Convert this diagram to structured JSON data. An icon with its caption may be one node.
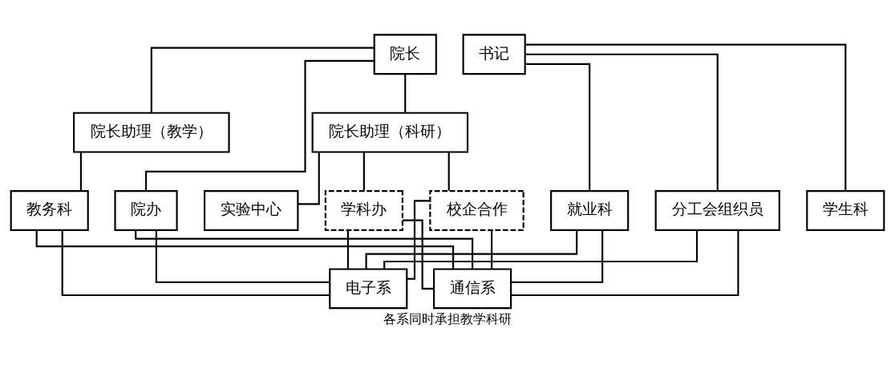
{
  "diagram": {
    "caption": "各系同时承担教学科研",
    "nodes": [
      {
        "text": [
          "院长"
        ]
      },
      {
        "text": [
          "书记"
        ]
      },
      {
        "text": [
          "院长助理（教学）"
        ]
      },
      {
        "text": [
          "院长助理（科研）"
        ]
      },
      {
        "text": [
          "教务科"
        ]
      },
      {
        "text": [
          "院办"
        ]
      },
      {
        "text": [
          "实验中心"
        ]
      },
      {
        "text": [
          "学科办"
        ]
      },
      {
        "text": [
          "校企合作"
        ]
      },
      {
        "text": [
          "就业科"
        ]
      },
      {
        "text": [
          "分工会组织员"
        ]
      },
      {
        "text": [
          "学生科"
        ]
      },
      {
        "text": [
          "电子系"
        ]
      },
      {
        "text": [
          "通信系"
        ]
      }
    ],
    "edges": [
      {
        "from": 0,
        "to": 2,
        "arrow": "none"
      },
      {
        "from": 0,
        "to": 5,
        "arrow": "none"
      },
      {
        "from": 0,
        "to": 3,
        "arrow": "none"
      },
      {
        "from": 2,
        "to": 4,
        "arrow": "none"
      },
      {
        "from": 3,
        "to": 6,
        "arrow": "none"
      },
      {
        "from": 3,
        "to": 7,
        "arrow": "none"
      },
      {
        "from": 3,
        "to": 8,
        "arrow": "none"
      },
      {
        "from": 1,
        "to": 9,
        "arrow": "none"
      },
      {
        "from": 1,
        "to": 10,
        "arrow": "none"
      },
      {
        "from": 1,
        "to": 11,
        "arrow": "none"
      },
      {
        "from": 4,
        "to": 12,
        "arrow": "none"
      },
      {
        "from": 4,
        "to": 13,
        "arrow": "none"
      },
      {
        "from": 5,
        "to": 12,
        "arrow": "none"
      },
      {
        "from": 5,
        "to": 13,
        "arrow": "none"
      },
      {
        "from": 7,
        "to": 12,
        "arrow": "none"
      },
      {
        "from": 7,
        "to": 13,
        "arrow": "none"
      },
      {
        "from": 8,
        "to": 12,
        "arrow": "none"
      },
      {
        "from": 8,
        "to": 13,
        "arrow": "none"
      },
      {
        "from": 9,
        "to": 12,
        "arrow": "none"
      },
      {
        "from": 9,
        "to": 13,
        "arrow": "none"
      },
      {
        "from": 10,
        "to": 12,
        "arrow": "none"
      },
      {
        "from": 10,
        "to": 13,
        "arrow": "none"
      }
    ]
  }
}
